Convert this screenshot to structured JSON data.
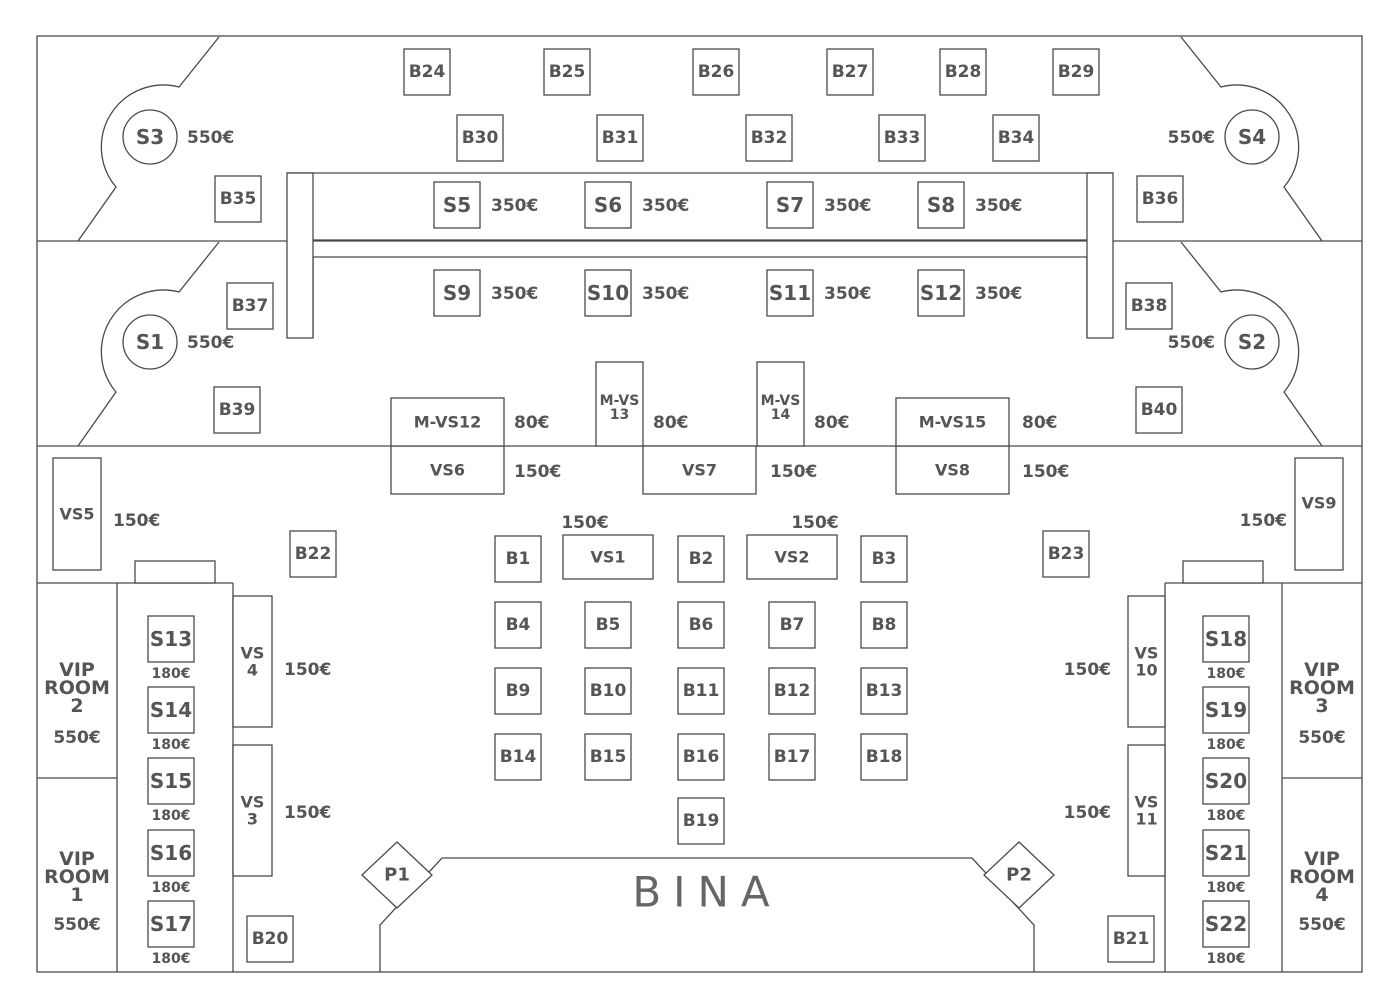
{
  "stage_label": "BINA",
  "palette": {
    "line": "#4a4a4a",
    "text": "#555555",
    "background": "#ffffff"
  },
  "tables": [
    {
      "id": "B24"
    },
    {
      "id": "B25"
    },
    {
      "id": "B26"
    },
    {
      "id": "B27"
    },
    {
      "id": "B28"
    },
    {
      "id": "B29"
    },
    {
      "id": "B30"
    },
    {
      "id": "B31"
    },
    {
      "id": "B32"
    },
    {
      "id": "B33"
    },
    {
      "id": "B34"
    },
    {
      "id": "B35"
    },
    {
      "id": "B36"
    },
    {
      "id": "B37"
    },
    {
      "id": "B38"
    },
    {
      "id": "B39"
    },
    {
      "id": "B40"
    },
    {
      "id": "B22"
    },
    {
      "id": "B23"
    },
    {
      "id": "B1"
    },
    {
      "id": "B2"
    },
    {
      "id": "B3"
    },
    {
      "id": "B4"
    },
    {
      "id": "B5"
    },
    {
      "id": "B6"
    },
    {
      "id": "B7"
    },
    {
      "id": "B8"
    },
    {
      "id": "B9"
    },
    {
      "id": "B10"
    },
    {
      "id": "B11"
    },
    {
      "id": "B12"
    },
    {
      "id": "B13"
    },
    {
      "id": "B14"
    },
    {
      "id": "B15"
    },
    {
      "id": "B16"
    },
    {
      "id": "B17"
    },
    {
      "id": "B18"
    },
    {
      "id": "B19"
    },
    {
      "id": "B20"
    },
    {
      "id": "B21"
    }
  ],
  "seats": [
    {
      "id": "S5",
      "price": "350€"
    },
    {
      "id": "S6",
      "price": "350€"
    },
    {
      "id": "S7",
      "price": "350€"
    },
    {
      "id": "S8",
      "price": "350€"
    },
    {
      "id": "S9",
      "price": "350€"
    },
    {
      "id": "S10",
      "price": "350€"
    },
    {
      "id": "S11",
      "price": "350€"
    },
    {
      "id": "S12",
      "price": "350€"
    },
    {
      "id": "S13",
      "price": "180€"
    },
    {
      "id": "S14",
      "price": "180€"
    },
    {
      "id": "S15",
      "price": "180€"
    },
    {
      "id": "S16",
      "price": "180€"
    },
    {
      "id": "S17",
      "price": "180€"
    },
    {
      "id": "S18",
      "price": "180€"
    },
    {
      "id": "S19",
      "price": "180€"
    },
    {
      "id": "S20",
      "price": "180€"
    },
    {
      "id": "S21",
      "price": "180€"
    },
    {
      "id": "S22",
      "price": "180€"
    }
  ],
  "circle_seats": [
    {
      "id": "S3",
      "price": "550€"
    },
    {
      "id": "S4",
      "price": "550€"
    },
    {
      "id": "S1",
      "price": "550€"
    },
    {
      "id": "S2",
      "price": "550€"
    }
  ],
  "vs_tables": [
    {
      "id": "VS1",
      "price": "150€"
    },
    {
      "id": "VS2",
      "price": "150€"
    },
    {
      "id": "VS6",
      "price": "150€"
    },
    {
      "id": "VS7",
      "price": "150€"
    },
    {
      "id": "VS8",
      "price": "150€"
    },
    {
      "id": "VS5",
      "price": "150€"
    },
    {
      "id": "VS9",
      "price": "150€"
    },
    {
      "id": "VS 4",
      "price": "150€"
    },
    {
      "id": "VS 3",
      "price": "150€"
    },
    {
      "id": "VS 10",
      "price": "150€"
    },
    {
      "id": "VS 11",
      "price": "150€"
    }
  ],
  "mvs_tables": [
    {
      "id": "M-VS12",
      "price": "80€"
    },
    {
      "id": "M-VS 13",
      "price": "80€"
    },
    {
      "id": "M-VS 14",
      "price": "80€"
    },
    {
      "id": "M-VS15",
      "price": "80€"
    }
  ],
  "vip_rooms": [
    {
      "name": "VIP ROOM 2",
      "price": "550€"
    },
    {
      "name": "VIP ROOM 1",
      "price": "550€"
    },
    {
      "name": "VIP ROOM 3",
      "price": "550€"
    },
    {
      "name": "VIP ROOM 4",
      "price": "550€"
    }
  ],
  "pillars": [
    {
      "id": "P1"
    },
    {
      "id": "P2"
    }
  ]
}
